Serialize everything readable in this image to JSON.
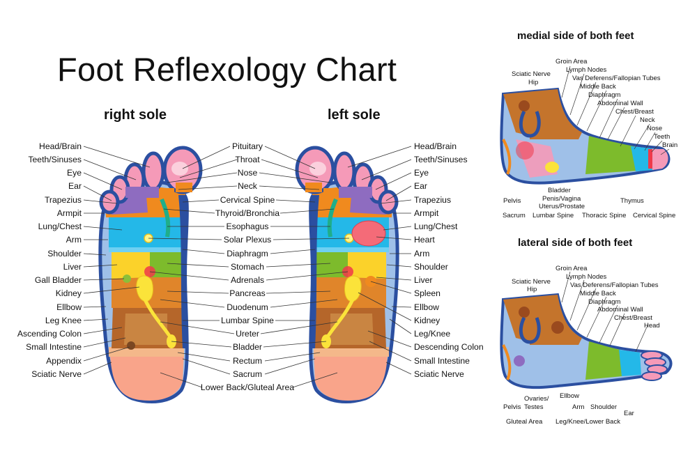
{
  "title": "Foot Reflexology Chart",
  "right_sole_title": "right sole",
  "left_sole_title": "left sole",
  "medial_title": "medial side of both feet",
  "lateral_title": "lateral side of both feet",
  "right_sole_labels": [
    "Head/Brain",
    "Teeth/Sinuses",
    "Eye",
    "Ear",
    "Trapezius",
    "Armpit",
    "Lung/Chest",
    "Arm",
    "Shoulder",
    "Liver",
    "Gall Bladder",
    "Kidney",
    "Ellbow",
    "Leg Knee",
    "Ascending Colon",
    "Small Intestine",
    "Appendix",
    "Sciatic Nerve"
  ],
  "center_labels": [
    "Pituitary",
    "Throat",
    "Nose",
    "Neck",
    "Cervical Spine",
    "Thyroid/Bronchia",
    "Esophagus",
    "Solar Plexus",
    "Diaphragm",
    "Stomach",
    "Adrenals",
    "Pancreas",
    "Duodenum",
    "Lumbar Spine",
    "Ureter",
    "Bladder",
    "Rectum",
    "Sacrum",
    "Lower Back/Gluteal Area"
  ],
  "left_sole_labels": [
    "Head/Brain",
    "Teeth/Sinuses",
    "Eye",
    "Ear",
    "Trapezius",
    "Armpit",
    "Lung/Chest",
    "Heart",
    "Arm",
    "Shoulder",
    "Liver",
    "Spleen",
    "Ellbow",
    "Kidney",
    "Leg/Knee",
    "Descending Colon",
    "Small Intestine",
    "Sciatic Nerve"
  ],
  "medial": {
    "groin": "Groin Area",
    "lymph": "Lymph Nodes",
    "sciatic": "Sciatic Nerve",
    "hip": "Hip",
    "vas": "Vas Deferens/Fallopian Tubes",
    "middle_back": "Middle Back",
    "diaphragm": "Diaphragm",
    "abdominal": "Abdominal Wall",
    "chest": "Chest/Breast",
    "neck": "Neck",
    "nose": "Nose",
    "teeth": "Teeth",
    "brain": "Brain",
    "bladder": "Bladder",
    "penis": "Penis/Vagina",
    "uterus": "Uterus/Prostate",
    "pelvis": "Pelvis",
    "sacrum": "Sacrum",
    "lumbar": "Lumbar Spine",
    "thoracic": "Thoracic Spine",
    "thymus": "Thymus",
    "cervical": "Cervical Spine"
  },
  "lateral": {
    "groin": "Groin Area",
    "lymph": "Lymph Nodes",
    "sciatic": "Sciatic Nerve",
    "hip": "Hip",
    "vas": "Vas Deferens/Fallopian Tubes",
    "middle_back": "Middle Back",
    "diaphragm": "Diaphragm",
    "abdominal": "Abdominal Wall",
    "chest": "Chest/Breast",
    "head": "Head",
    "pelvis": "Pelvis",
    "ovaries": "Ovaries/",
    "testes": "Testes",
    "ellbow": "Ellbow",
    "arm": "Arm",
    "shoulder": "Shoulder",
    "ear": "Ear",
    "gluteal": "Gluteal Area",
    "leg": "Leg/Knee/Lower Back"
  },
  "colors": {
    "outline": "#2b4fa0",
    "pink": "#f59ab8",
    "purple": "#8e6cc0",
    "orange": "#f08a1e",
    "cyan": "#24b8e8",
    "yellow": "#fbd22a",
    "green": "#7dbb2c",
    "brown": "#c4742c",
    "light_blue": "#9fc0e8",
    "salmon": "#f9a48a",
    "red": "#ee3a4a"
  }
}
